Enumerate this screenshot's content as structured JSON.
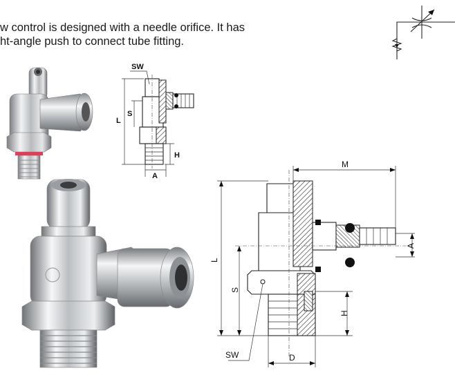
{
  "intro": {
    "line1": "w control is designed with a needle orifice.  It has",
    "line2": "ht-angle push to connect tube fitting."
  },
  "small_drawing": {
    "labels": {
      "sw": "SW",
      "l": "L",
      "s": "S",
      "h": "H",
      "a": "A"
    }
  },
  "large_drawing": {
    "labels": {
      "m": "M",
      "a": "A",
      "l": "L",
      "s": "S",
      "h": "H",
      "sw": "SW",
      "d": "D"
    }
  },
  "colors": {
    "nickel": "#c8cacc",
    "seal_ring": "#d9405a",
    "line": "#222222"
  }
}
